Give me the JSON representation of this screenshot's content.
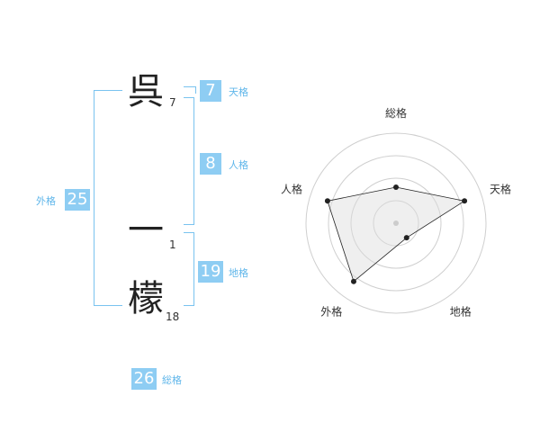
{
  "name": {
    "chars": [
      {
        "char": "呉",
        "strokes": "7"
      },
      {
        "char": "一",
        "strokes": "1"
      },
      {
        "char": "檬",
        "strokes": "18"
      }
    ]
  },
  "fortune": {
    "tenkaku": {
      "value": "7",
      "label": "天格"
    },
    "jinkaku": {
      "value": "8",
      "label": "人格"
    },
    "chikaku": {
      "value": "19",
      "label": "地格"
    },
    "gaikaku": {
      "value": "25",
      "label": "外格"
    },
    "soukaku": {
      "value": "26",
      "label": "総格"
    }
  },
  "radar": {
    "axis_labels": [
      "総格",
      "天格",
      "地格",
      "外格",
      "人格"
    ],
    "max": 5,
    "rings": 4,
    "values": [
      2,
      4,
      1,
      4,
      4
    ]
  }
}
